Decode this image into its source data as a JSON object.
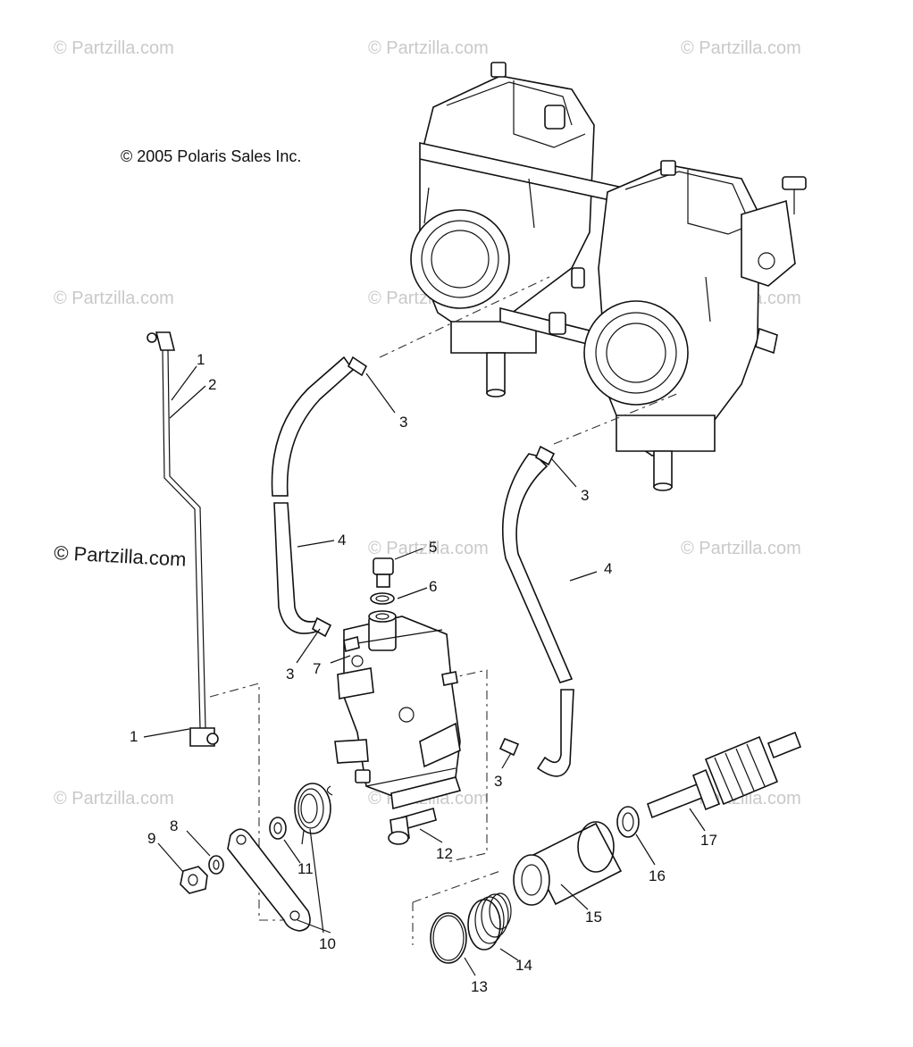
{
  "copyright": "© 2005 Polaris Sales Inc.",
  "watermark": "© Partzilla.com",
  "callouts": {
    "c1a": "1",
    "c1b": "1",
    "c2": "2",
    "c3a": "3",
    "c3b": "3",
    "c3c": "3",
    "c3d": "3",
    "c4a": "4",
    "c4b": "4",
    "c5": "5",
    "c6": "6",
    "c7": "7",
    "c8": "8",
    "c9": "9",
    "c10": "10",
    "c11": "11",
    "c12": "12",
    "c13": "13",
    "c14": "14",
    "c15": "15",
    "c16": "16",
    "c17": "17"
  },
  "colors": {
    "line": "#111111",
    "watermark": "#c9c9c9",
    "background": "#ffffff"
  }
}
